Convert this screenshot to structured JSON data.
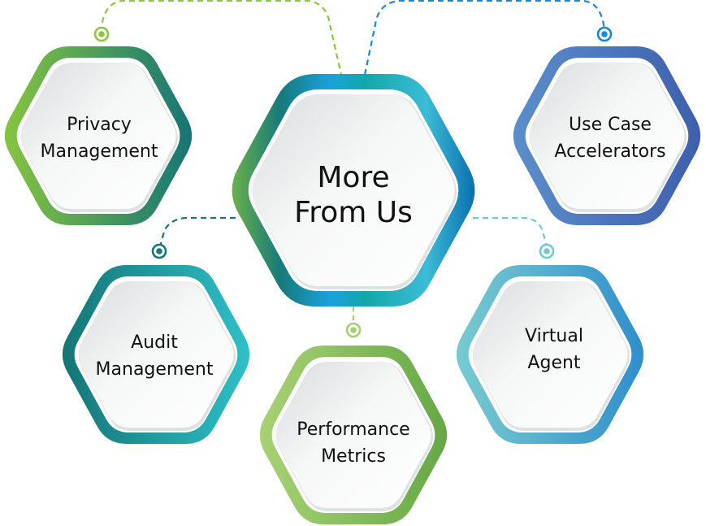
{
  "diagram": {
    "title": "More From Us",
    "center": {
      "lines": [
        "More",
        "From Us"
      ],
      "gradient": [
        "#6ab04c",
        "#167a7a",
        "#1ba1dd",
        "#12a8a8",
        "#3cbcd6",
        "#0a6fb0"
      ]
    },
    "nodes": [
      {
        "id": "privacy-management",
        "lines": [
          "Privacy",
          "Management"
        ],
        "gradient": [
          "#86c440",
          "#157576"
        ],
        "connector_color": "#8dc63f"
      },
      {
        "id": "use-case-accelerators",
        "lines": [
          "Use Case",
          "Accelerators"
        ],
        "gradient": [
          "#5b8ecb",
          "#3e5fad"
        ],
        "connector_color": "#1b87d6"
      },
      {
        "id": "audit-management",
        "lines": [
          "Audit",
          "Management"
        ],
        "gradient": [
          "#157576",
          "#2ec0c8"
        ],
        "connector_color": "#16777a"
      },
      {
        "id": "performance-metrics",
        "lines": [
          "Performance",
          "Metrics"
        ],
        "gradient": [
          "#a8d274",
          "#65a845"
        ],
        "connector_color": "#a4d070"
      },
      {
        "id": "virtual-agent",
        "lines": [
          "Virtual",
          "Agent"
        ],
        "gradient": [
          "#78cbd0",
          "#2f8fcc"
        ],
        "connector_color": "#72cacf"
      }
    ]
  }
}
